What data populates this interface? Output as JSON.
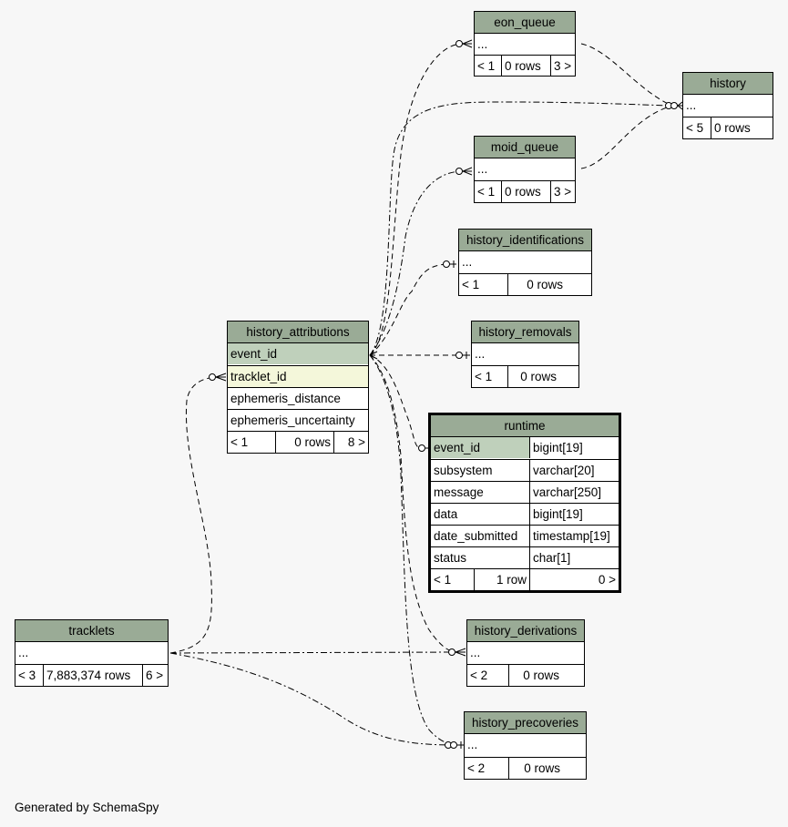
{
  "tables": {
    "eon_queue": {
      "title": "eon_queue",
      "row": "...",
      "footer": [
        "< 1",
        "0 rows",
        "3 >"
      ]
    },
    "history": {
      "title": "history",
      "row": "...",
      "footer": [
        "< 5",
        "0 rows",
        ""
      ]
    },
    "moid_queue": {
      "title": "moid_queue",
      "row": "...",
      "footer": [
        "< 1",
        "0 rows",
        "3 >"
      ]
    },
    "history_identifications": {
      "title": "history_identifications",
      "row": "...",
      "footer": [
        "< 1",
        "0 rows",
        ""
      ]
    },
    "history_removals": {
      "title": "history_removals",
      "row": "...",
      "footer": [
        "< 1",
        "0 rows",
        ""
      ]
    },
    "history_attributions": {
      "title": "history_attributions",
      "columns": [
        "event_id",
        "tracklet_id",
        "ephemeris_distance",
        "ephemeris_uncertainty"
      ],
      "footer": [
        "< 1",
        "0 rows",
        "8 >"
      ]
    },
    "runtime": {
      "title": "runtime",
      "columns": [
        {
          "name": "event_id",
          "type": "bigint[19]"
        },
        {
          "name": "subsystem",
          "type": "varchar[20]"
        },
        {
          "name": "message",
          "type": "varchar[250]"
        },
        {
          "name": "data",
          "type": "bigint[19]"
        },
        {
          "name": "date_submitted",
          "type": "timestamp[19]"
        },
        {
          "name": "status",
          "type": "char[1]"
        }
      ],
      "footer": [
        "< 1",
        "1 row",
        "0 >"
      ]
    },
    "tracklets": {
      "title": "tracklets",
      "row": "...",
      "footer": [
        "< 3",
        "7,883,374 rows",
        "6 >"
      ]
    },
    "history_derivations": {
      "title": "history_derivations",
      "row": "...",
      "footer": [
        "< 2",
        "0 rows",
        ""
      ]
    },
    "history_precoveries": {
      "title": "history_precoveries",
      "row": "...",
      "footer": [
        "< 2",
        "0 rows",
        ""
      ]
    }
  },
  "footer_text": "Generated by SchemaSpy"
}
